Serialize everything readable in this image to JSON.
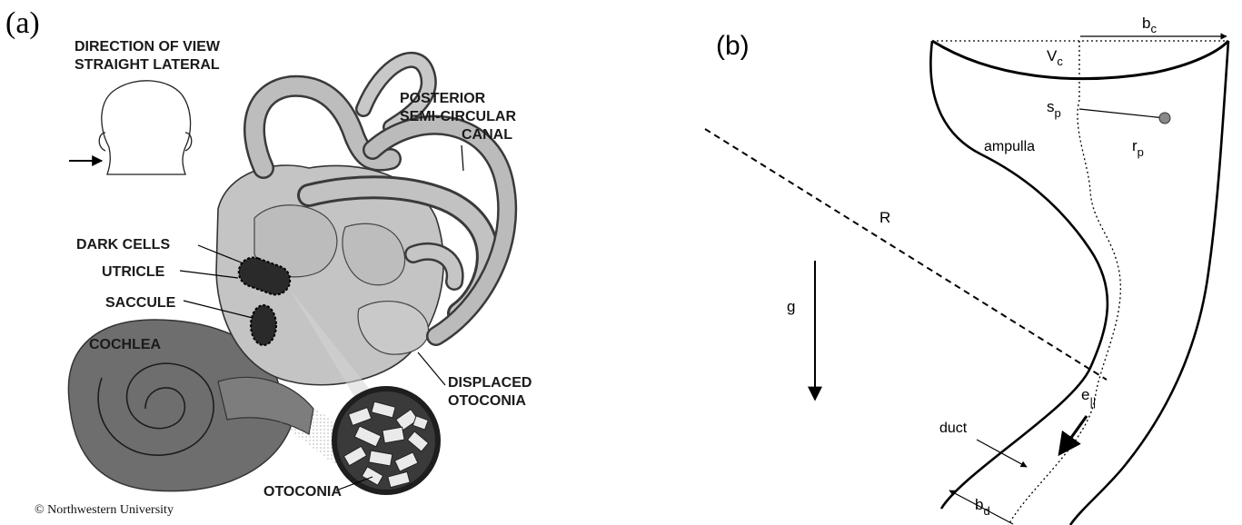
{
  "panel_a": {
    "label": "(a)",
    "view_label_1": "DIRECTION OF VIEW",
    "view_label_2": "STRAIGHT LATERAL",
    "posterior_1": "POSTERIOR",
    "posterior_2": "SEMI-CIRCULAR",
    "posterior_3": "CANAL",
    "dark_cells": "DARK CELLS",
    "utricle": "UTRICLE",
    "saccule": "SACCULE",
    "cochlea": "COCHLEA",
    "displaced_1": "DISPLACED",
    "displaced_2": "OTOCONIA",
    "otoconia": "OTOCONIA",
    "copyright": "©  Northwestern University"
  },
  "panel_b": {
    "label": "(b)",
    "b": "b",
    "b_sub": "c",
    "v": "V",
    "v_sub": "c",
    "s": "s",
    "s_sub": "p",
    "r": "r",
    "r_sub": "p",
    "ampulla": "ampulla",
    "R": "R",
    "g": "g",
    "e": "e",
    "e_sub": "||",
    "duct": "duct",
    "bd": "b",
    "bd_sub": "d"
  }
}
